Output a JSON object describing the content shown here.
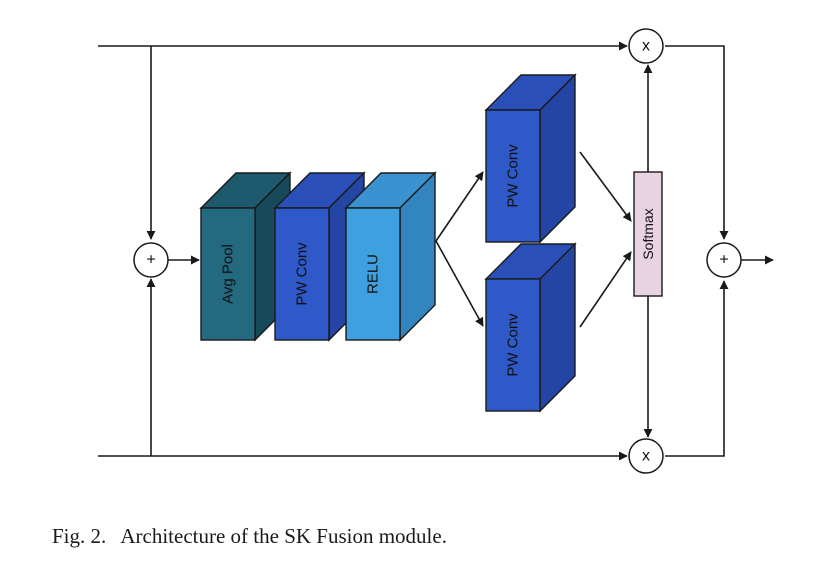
{
  "blocks": {
    "avg_pool": "Avg Pool",
    "pw_conv_1": "PW Conv",
    "relu": "RELU",
    "pw_conv_top": "PW Conv",
    "pw_conv_bottom": "PW Conv",
    "softmax": "Softmax"
  },
  "operators": {
    "add_left": "+",
    "add_right": "+",
    "mul_top": "x",
    "mul_bottom": "x"
  },
  "colors": {
    "avg_pool": "#236a80",
    "pw_conv": "#2f58c8",
    "relu": "#3fa0df",
    "softmax": "#e8d3e3"
  },
  "caption": {
    "number": "Fig. 2.",
    "text": "Architecture of the SK Fusion module."
  }
}
